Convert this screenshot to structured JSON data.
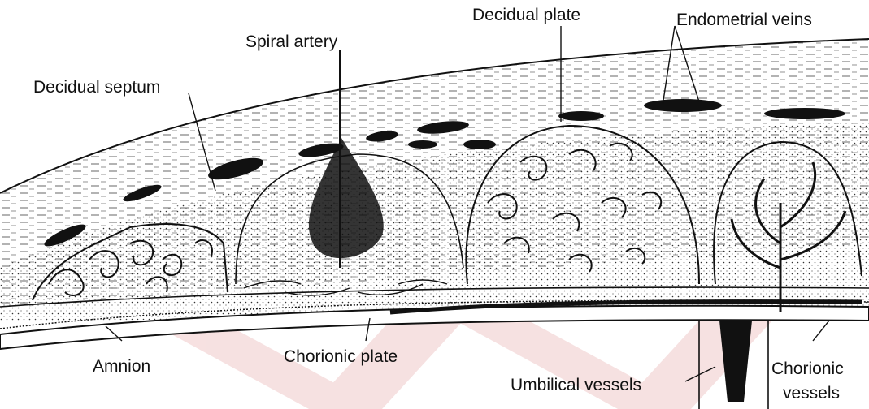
{
  "labels": {
    "decidual_plate": "Decidual plate",
    "endometrial_veins": "Endometrial veins",
    "spiral_artery": "Spiral artery",
    "decidual_septum": "Decidual septum",
    "amnion": "Amnion",
    "chorionic_plate": "Chorionic plate",
    "umbilical_vessels": "Umbilical vessels",
    "chorionic_vessels_line1": "Chorionic",
    "chorionic_vessels_line2": "vessels"
  },
  "colors": {
    "ink": "#111111",
    "watermark": "#f2dada"
  }
}
